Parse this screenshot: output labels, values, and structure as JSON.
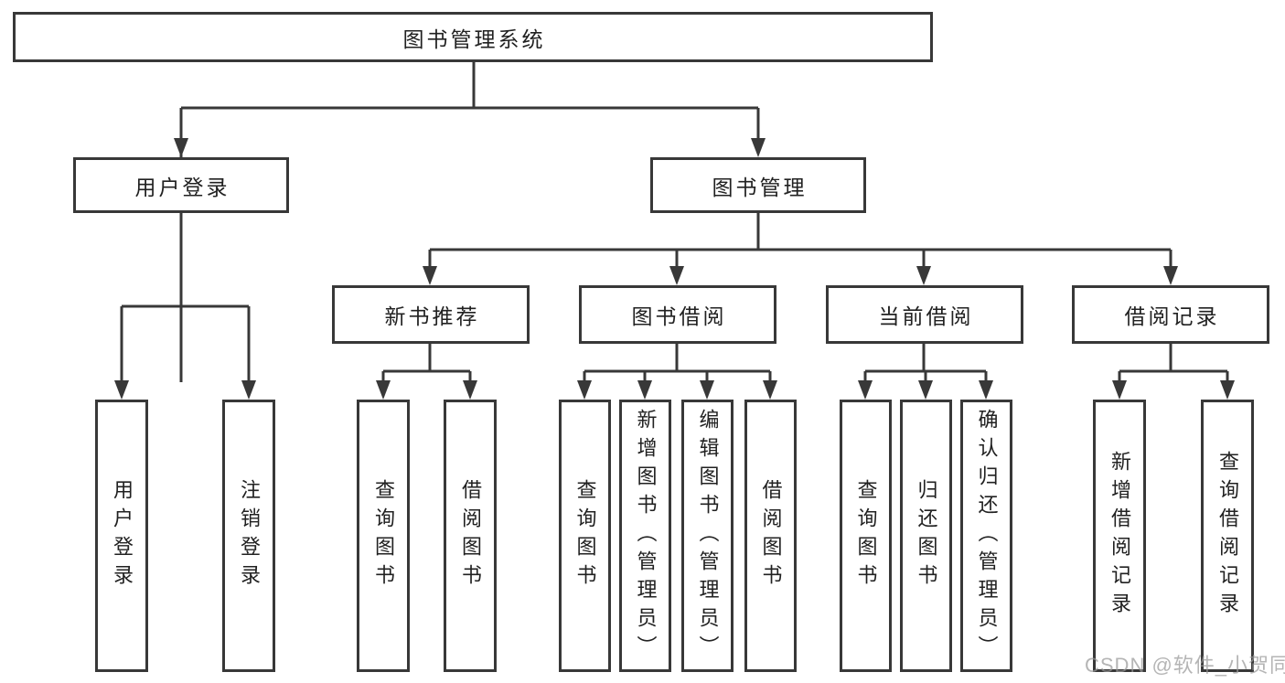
{
  "diagram": {
    "root": {
      "label": "图书管理系统"
    },
    "level2": [
      {
        "label": "用户登录"
      },
      {
        "label": "图书管理"
      }
    ],
    "level3": [
      {
        "label": "新书推荐"
      },
      {
        "label": "图书借阅"
      },
      {
        "label": "当前借阅"
      },
      {
        "label": "借阅记录"
      }
    ],
    "leaves": [
      {
        "label": "用户登录"
      },
      {
        "label": "注销登录"
      },
      {
        "label": "查询图书"
      },
      {
        "label": "借阅图书"
      },
      {
        "label": "查询图书"
      },
      {
        "label": "新增图书（管理员）"
      },
      {
        "label": "编辑图书（管理员）"
      },
      {
        "label": "借阅图书"
      },
      {
        "label": "查询图书"
      },
      {
        "label": "归还图书"
      },
      {
        "label": "确认归还（管理员）"
      },
      {
        "label": "新增借阅记录"
      },
      {
        "label": "查询借阅记录"
      }
    ]
  },
  "watermark": {
    "text": "CSDN @软件_小贺同学"
  },
  "colors": {
    "line": "#383838",
    "text": "#212121",
    "background": "#ffffff",
    "watermark": "#989898"
  }
}
